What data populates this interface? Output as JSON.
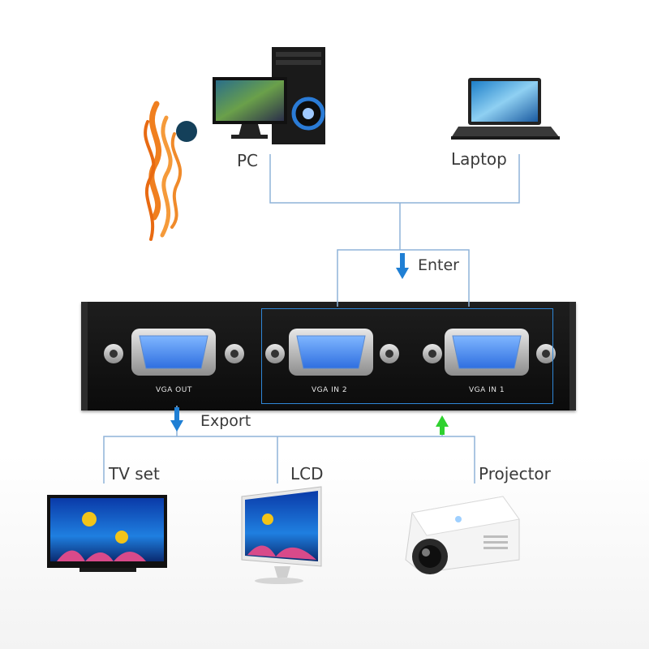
{
  "sources": [
    {
      "label": "PC",
      "icon": "desktop-pc-icon"
    },
    {
      "label": "Laptop",
      "icon": "laptop-icon"
    }
  ],
  "flow": {
    "enter_label": "Enter",
    "export_label": "Export"
  },
  "switch": {
    "ports": [
      {
        "label": "VGA OUT",
        "role": "output"
      },
      {
        "label": "VGA IN 2",
        "role": "input"
      },
      {
        "label": "VGA IN 1",
        "role": "input"
      }
    ]
  },
  "outputs": [
    {
      "label": "TV set",
      "icon": "tv-icon"
    },
    {
      "label": "LCD",
      "icon": "lcd-monitor-icon"
    },
    {
      "label": "Projector",
      "icon": "projector-icon"
    }
  ],
  "colors": {
    "wire": "#8fb3d9",
    "arrow_blue": "#1f7fd4",
    "arrow_green": "#2fd12f",
    "logo_orange": "#f07f1f",
    "logo_dot": "#14405a"
  }
}
